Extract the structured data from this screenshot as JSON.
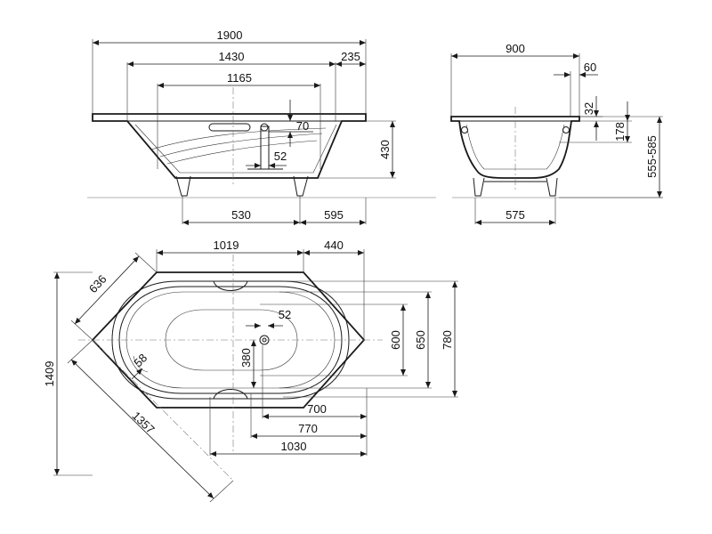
{
  "views": {
    "side": {
      "dim_overall_length": "1900",
      "dim_inner_length": "1430",
      "dim_rim_right": "235",
      "dim_bottom_length": "1165",
      "dim_overflow_offset": "70",
      "dim_drain_offset": "52",
      "dim_height": "430",
      "dim_feet_left": "530",
      "dim_feet_right": "595"
    },
    "end": {
      "dim_width": "900",
      "dim_rim_offset": "60",
      "dim_rim_thickness": "32",
      "dim_upper": "178",
      "dim_total_height": "555-585",
      "dim_feet_span": "575"
    },
    "plan": {
      "dim_top_width": "1019",
      "dim_top_right": "440",
      "dim_diagonal_edge": "636",
      "dim_drain_offset": "52",
      "dim_inner_width": "600",
      "dim_mid_width": "650",
      "dim_outer_width": "780",
      "dim_drain_y": "380",
      "dim_radius": "58",
      "dim_700": "700",
      "dim_770": "770",
      "dim_1030": "1030",
      "dim_overall_height": "1409",
      "dim_diagonal_length": "1357"
    }
  }
}
